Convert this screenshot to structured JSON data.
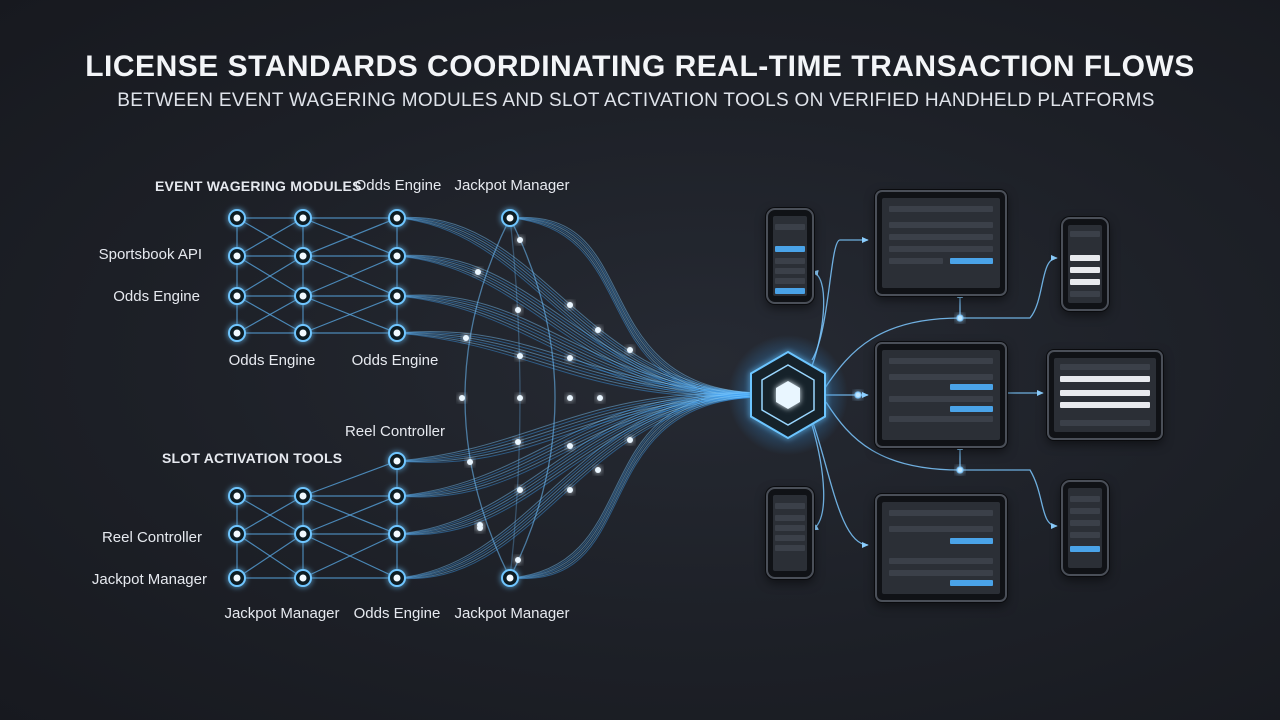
{
  "header": {
    "title": "LICENSE STANDARDS COORDINATING REAL-TIME TRANSACTION FLOWS",
    "subtitle": "BETWEEN EVENT WAGERING MODULES AND SLOT ACTIVATION TOOLS ON VERIFIED HANDHELD PLATFORMS"
  },
  "event_section": {
    "heading": "EVENT WAGERING MODULES",
    "col_top_1": "Odds Engine",
    "col_top_2": "Jackpot Manager",
    "row_label_1": "Sportsbook API",
    "row_label_2": "Odds Engine",
    "col_bottom_1": "Odds Engine",
    "col_bottom_2": "Odds Engine"
  },
  "slot_section": {
    "heading": "SLOT ACTIVATION TOOLS",
    "top_node_label": "Reel Controller",
    "row_label_1": "Reel Controller",
    "row_label_2": "Jackpot Manager",
    "col_bottom_1": "Jackpot Manager",
    "col_bottom_2": "Odds Engine",
    "col_bottom_3": "Jackpot Manager"
  },
  "colors": {
    "background": "#1d2027",
    "flow": "#4fb8ff",
    "node_glow": "#6fc6ff",
    "hub": "#5ec2ff",
    "device_frame": "#4a4f58",
    "device_accent": "#4aa3e8"
  },
  "icons": {
    "hub": "hexagon-hub-icon",
    "devices": "handheld-device-icon"
  }
}
